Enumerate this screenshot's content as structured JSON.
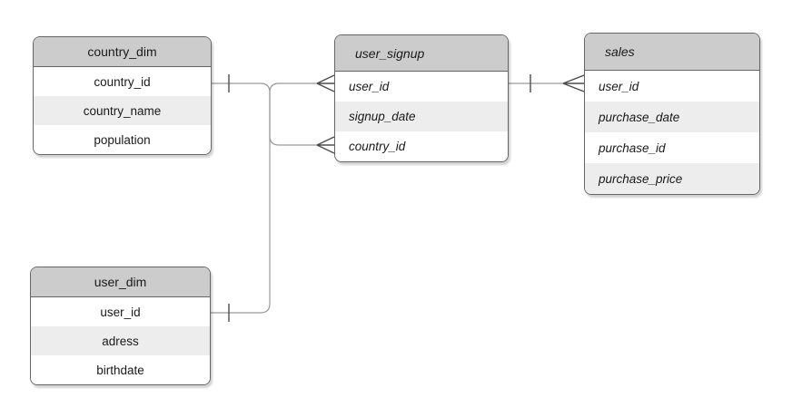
{
  "diagram": {
    "type": "entity-relationship",
    "colors": {
      "header_fill": "#cccccc",
      "alt_row_fill": "#ededed",
      "table_border": "#666666",
      "line": "#999999",
      "marker": "#4d4d4d",
      "text": "#1a1a1a",
      "background": "#ffffff"
    },
    "tables": [
      {
        "title": "country_dim",
        "text_style": "regular-centered",
        "rows": [
          "country_id",
          "country_name",
          "population"
        ]
      },
      {
        "title": "user_signup",
        "text_style": "italic-left",
        "rows": [
          "user_id",
          "signup_date",
          "country_id"
        ]
      },
      {
        "title": "sales",
        "text_style": "italic-left",
        "rows": [
          "user_id",
          "purchase_date",
          "purchase_id",
          "purchase_price"
        ]
      },
      {
        "title": "user_dim",
        "text_style": "regular-centered",
        "rows": [
          "user_id",
          "adress",
          "birthdate"
        ]
      }
    ],
    "relationships": [
      {
        "from": "country_dim.country_id",
        "to": "user_signup.country_id",
        "from_cardinality": "one",
        "to_cardinality": "many"
      },
      {
        "from": "user_dim.user_id",
        "to": "user_signup.user_id",
        "from_cardinality": "one",
        "to_cardinality": "many"
      },
      {
        "from": "user_signup.user_id",
        "to": "sales.user_id",
        "from_cardinality": "one",
        "to_cardinality": "many"
      }
    ]
  }
}
